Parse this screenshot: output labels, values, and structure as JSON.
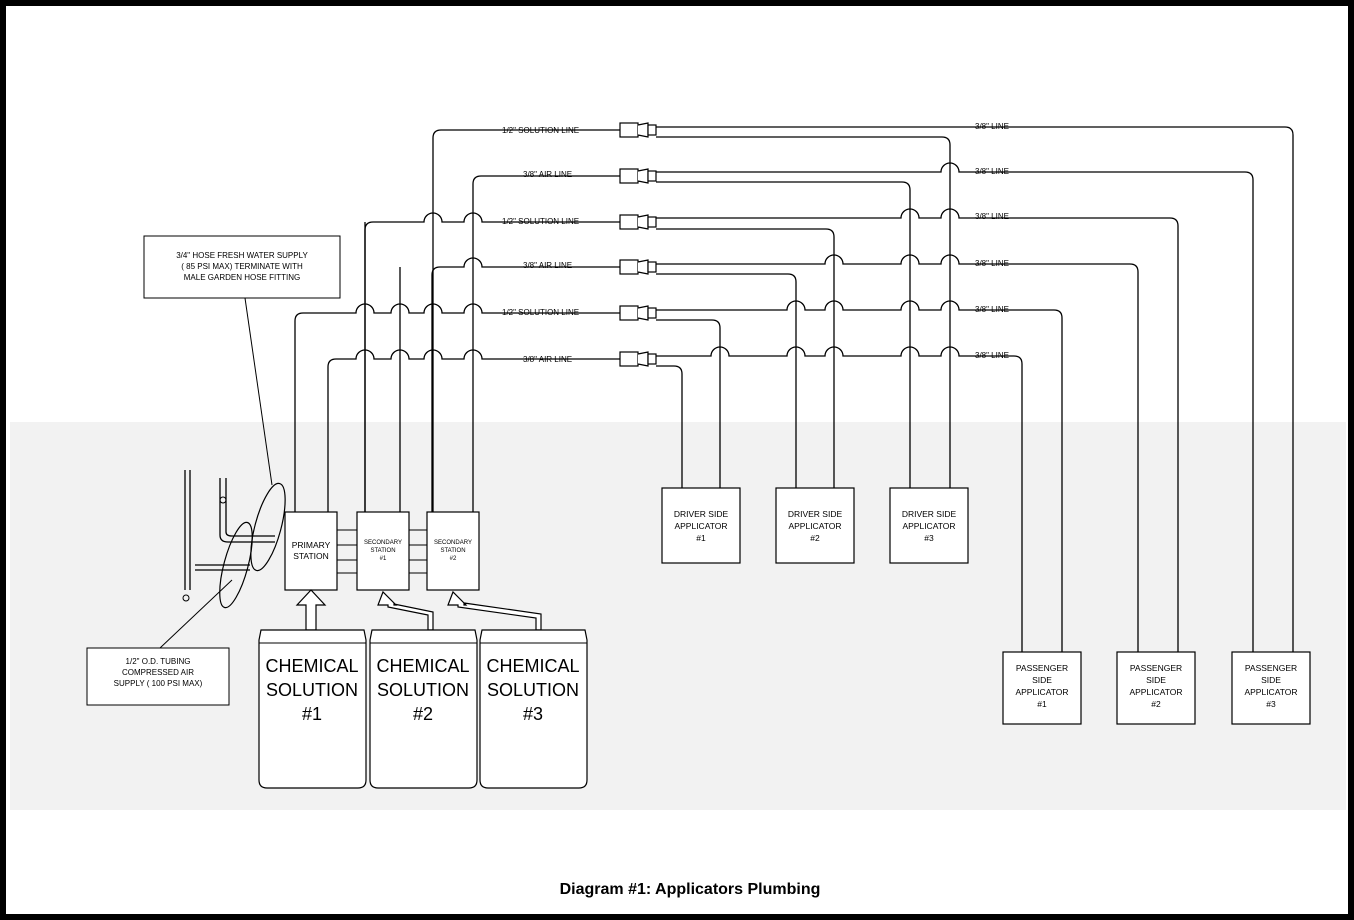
{
  "diagram": {
    "caption": "Diagram #1: Applicators Plumbing",
    "callouts": {
      "water_supply": [
        "3/4\" HOSE FRESH WATER SUPPLY",
        "( 85 PSI MAX)  TERMINATE WITH",
        "MALE GARDEN HOSE FITTING"
      ],
      "air_supply": [
        "1/2\" O.D. TUBING",
        "COMPRESSED AIR",
        "SUPPLY ( 100 PSI MAX)"
      ]
    },
    "stations": [
      {
        "lines": [
          "PRIMARY",
          "STATION"
        ]
      },
      {
        "lines": [
          "SECONDARY",
          "STATION",
          "#1"
        ]
      },
      {
        "lines": [
          "SECONDARY",
          "STATION",
          "#2"
        ]
      }
    ],
    "chemicals": [
      {
        "lines": [
          "CHEMICAL",
          "SOLUTION",
          "#1"
        ]
      },
      {
        "lines": [
          "CHEMICAL",
          "SOLUTION",
          "#2"
        ]
      },
      {
        "lines": [
          "CHEMICAL",
          "SOLUTION",
          "#3"
        ]
      }
    ],
    "supply_lines": [
      "1/2\" SOLUTION LINE",
      "3/8\" AIR LINE",
      "1/2\" SOLUTION LINE",
      "3/8\" AIR LINE",
      "1/2\" SOLUTION LINE",
      "3/8\" AIR LINE"
    ],
    "applicator_lines": [
      "3/8\" LINE",
      "3/8\" LINE",
      "3/8\" LINE",
      "3/8\" LINE",
      "3/8\" LINE",
      "3/8\" LINE"
    ],
    "driver_applicators": [
      {
        "lines": [
          "DRIVER SIDE",
          "APPLICATOR",
          "#1"
        ]
      },
      {
        "lines": [
          "DRIVER SIDE",
          "APPLICATOR",
          "#2"
        ]
      },
      {
        "lines": [
          "DRIVER SIDE",
          "APPLICATOR",
          "#3"
        ]
      }
    ],
    "passenger_applicators": [
      {
        "lines": [
          "PASSENGER",
          "SIDE",
          "APPLICATOR",
          "#1"
        ]
      },
      {
        "lines": [
          "PASSENGER",
          "SIDE",
          "APPLICATOR",
          "#2"
        ]
      },
      {
        "lines": [
          "PASSENGER",
          "SIDE",
          "APPLICATOR",
          "#3"
        ]
      }
    ]
  }
}
